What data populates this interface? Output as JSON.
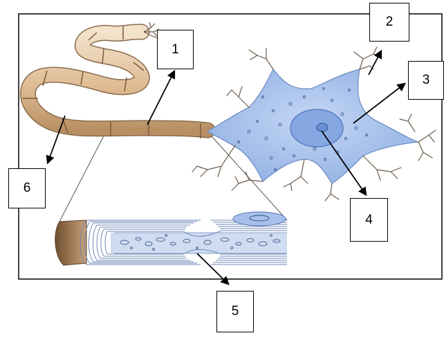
{
  "diagram": {
    "labels": [
      {
        "id": "1",
        "text": "1"
      },
      {
        "id": "2",
        "text": "2"
      },
      {
        "id": "3",
        "text": "3"
      },
      {
        "id": "4",
        "text": "4"
      },
      {
        "id": "5",
        "text": "5"
      },
      {
        "id": "6",
        "text": "6"
      }
    ]
  },
  "colors": {
    "frame": "#000000",
    "axon_fill": "#e6c9a6",
    "axon_stroke": "#8a6a4a",
    "soma_fill": "#a9c3ec",
    "soma_stroke": "#6d8fc4",
    "nucleus_fill": "#7fa3e0",
    "dendrite": "#6b5a4a",
    "myelin_dark": "#7a5a3a"
  }
}
